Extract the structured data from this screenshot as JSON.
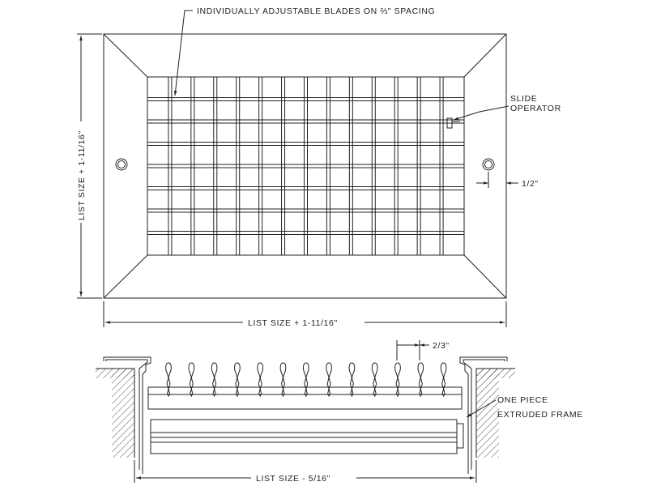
{
  "front_view": {
    "blade_note": "INDIVIDUALLY ADJUSTABLE BLADES ON ⅔\" SPACING",
    "slide_operator_line1": "SLIDE",
    "slide_operator_line2": "OPERATOR",
    "offset_dim": "1/2\"",
    "height_dim": "LIST SIZE + 1-11/16\"",
    "width_dim": "LIST SIZE + 1-11/16\""
  },
  "section_view": {
    "spacing_dim": "2/3\"",
    "frame_note_line1": "ONE PIECE",
    "frame_note_line2": "EXTRUDED FRAME",
    "width_dim": "LIST SIZE - 5/16\"",
    "blade_count": 13
  },
  "colors": {
    "ink": "#222222",
    "background": "#ffffff"
  }
}
